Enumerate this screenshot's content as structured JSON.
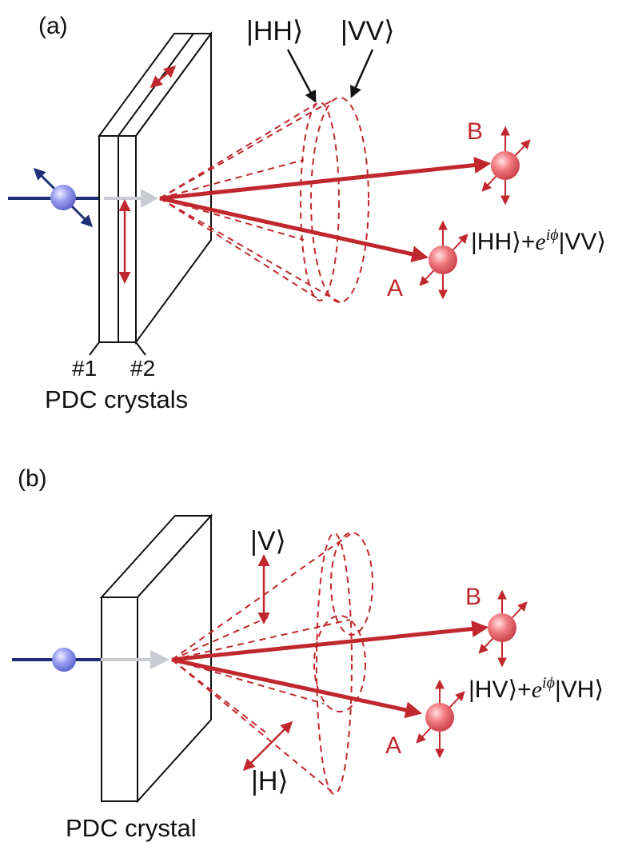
{
  "panels": {
    "a": {
      "tag": "(a)",
      "beam_labels": {
        "b": "B",
        "a": "A"
      },
      "cone_labels": {
        "hh": "|HH⟩",
        "vv": "|VV⟩"
      },
      "state": {
        "prefix": "|HH⟩+",
        "e": "e",
        "exp": "iϕ",
        "suffix": "|VV⟩"
      },
      "crystal_labels": {
        "one": "#1",
        "two": "#2"
      },
      "caption": "PDC crystals"
    },
    "b": {
      "tag": "(b)",
      "beam_labels": {
        "b": "B",
        "a": "A"
      },
      "pol_labels": {
        "v": "|V⟩",
        "h": "|H⟩"
      },
      "state": {
        "prefix": "|HV⟩+",
        "e": "e",
        "exp": "iϕ",
        "suffix": "|VH⟩"
      },
      "caption": "PDC crystal"
    }
  },
  "colors": {
    "photon_red": "#c0282d",
    "pump_blue": "#1f2f7a",
    "pump_sphere": "#8c90e0",
    "grey_arrow": "#c8ccd0"
  }
}
